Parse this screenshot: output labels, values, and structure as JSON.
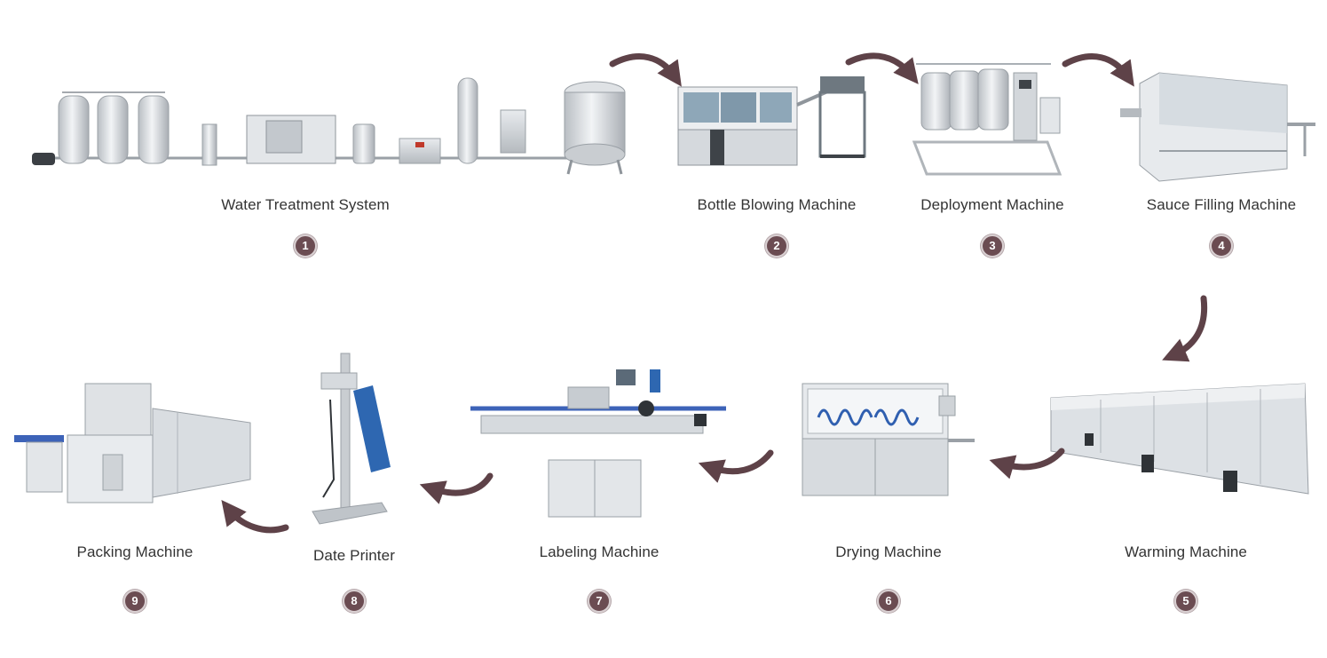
{
  "diagram": {
    "stages": [
      {
        "num": "1",
        "label": "Water Treatment System"
      },
      {
        "num": "2",
        "label": "Bottle Blowing Machine"
      },
      {
        "num": "3",
        "label": "Deployment Machine"
      },
      {
        "num": "4",
        "label": "Sauce Filling Machine"
      },
      {
        "num": "5",
        "label": "Warming Machine"
      },
      {
        "num": "6",
        "label": "Drying Machine"
      },
      {
        "num": "7",
        "label": "Labeling Machine"
      },
      {
        "num": "8",
        "label": "Date Printer"
      },
      {
        "num": "9",
        "label": "Packing Machine"
      }
    ],
    "colors": {
      "badge": "#6b4c52",
      "arrow": "#5e4248",
      "steel": "#c9cdd1"
    }
  }
}
